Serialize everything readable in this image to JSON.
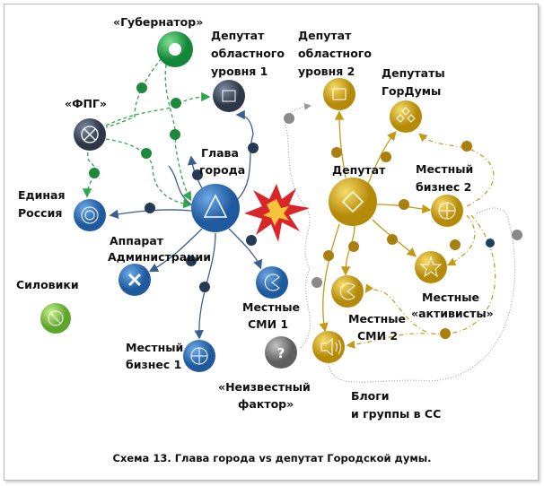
{
  "nodes": {
    "governor": {
      "label": "«Губернатор»",
      "color": "#1e9e3e"
    },
    "fpg": {
      "label": "«ФПГ»",
      "color": "#3c4656"
    },
    "regional_deputy_1": {
      "lines": [
        "Депутат",
        "областного",
        "уровня 1"
      ],
      "color": "#3c4656"
    },
    "united_russia": {
      "lines": [
        "Единая",
        "Россия"
      ],
      "color": "#2a6db5"
    },
    "mayor": {
      "lines": [
        "Глава",
        "города"
      ],
      "color": "#2a6db5"
    },
    "administration": {
      "lines": [
        "Аппарат",
        "Администрации"
      ],
      "color": "#2a6db5"
    },
    "siloviki": {
      "label": "Силовики",
      "color": "#7cc142"
    },
    "local_business_1": {
      "lines": [
        "Местный",
        "бизнес 1"
      ],
      "color": "#2a6db5"
    },
    "local_media_1": {
      "lines": [
        "Местные",
        "СМИ 1"
      ],
      "color": "#2a6db5"
    },
    "unknown_factor": {
      "lines": [
        "«Неизвестный",
        "фактор»"
      ],
      "icon": "?",
      "color": "#7a7a7a"
    },
    "regional_deputy_2": {
      "lines": [
        "Депутат",
        "областного",
        "уровня 2"
      ],
      "color": "#c9a01a"
    },
    "city_duma_deputies": {
      "lines": [
        "Депутаты",
        "ГорДумы"
      ],
      "color": "#c9a01a"
    },
    "deputy": {
      "label": "Депутат",
      "color": "#c9a01a"
    },
    "local_business_2": {
      "lines": [
        "Местный",
        "бизнес 2"
      ],
      "color": "#c9a01a"
    },
    "local_activists": {
      "lines": [
        "Местные",
        "«активисты»"
      ],
      "color": "#c9a01a"
    },
    "local_media_2": {
      "lines": [
        "Местные",
        "СМИ 2"
      ],
      "color": "#c9a01a"
    },
    "blogs": {
      "lines": [
        "Блоги",
        "и группы в СС"
      ],
      "color": "#c9a01a"
    }
  },
  "caption": "Схема 13.  Глава города vs депутат Городской думы."
}
